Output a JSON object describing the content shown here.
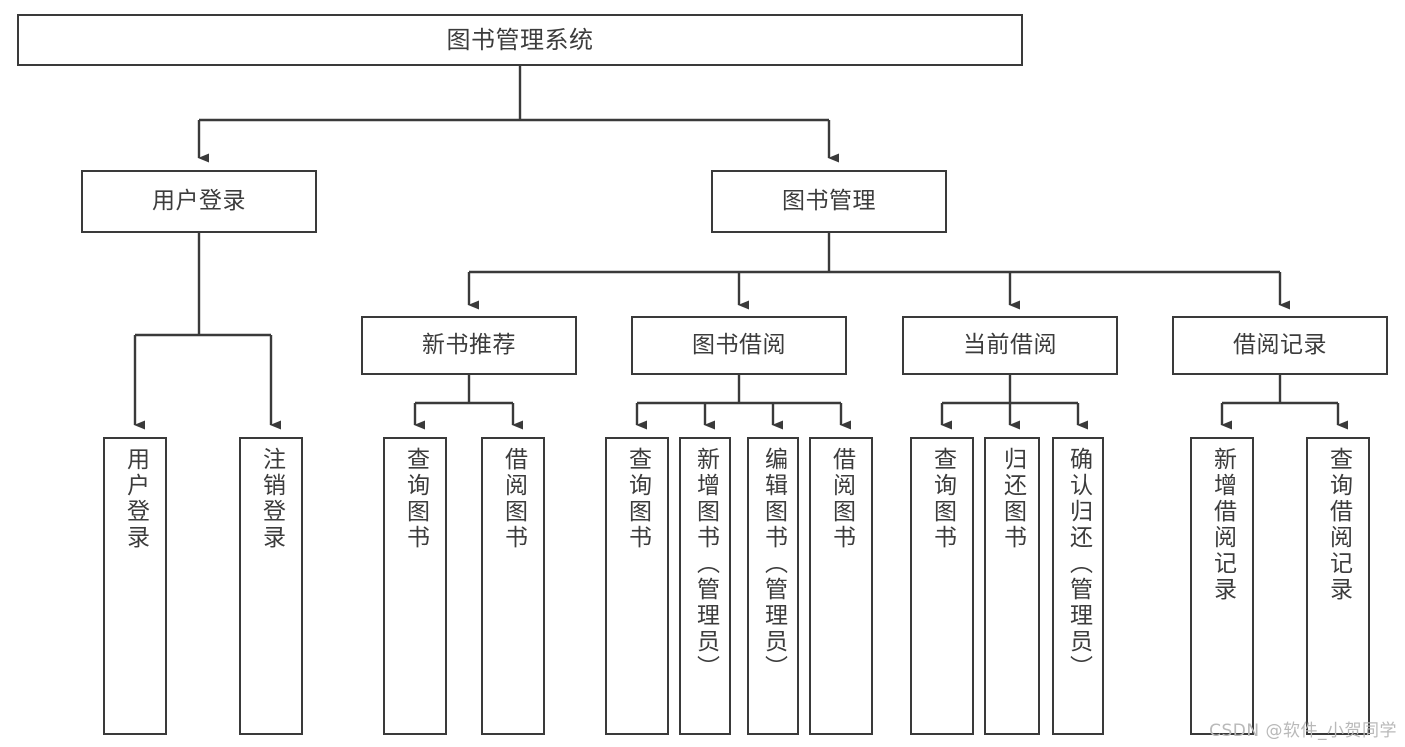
{
  "diagram": {
    "title": "图书管理系统",
    "type": "tree-hierarchy",
    "colors": {
      "box_border": "#3a3a3a",
      "box_fill": "#ffffff",
      "edge": "#3a3a3a",
      "text": "#3c3c3c",
      "background": "#ffffff",
      "watermark": "#b9b9b9"
    },
    "root": {
      "label": "图书管理系统"
    },
    "level2": [
      {
        "label": "用户登录"
      },
      {
        "label": "图书管理"
      }
    ],
    "level3": [
      {
        "label": "新书推荐"
      },
      {
        "label": "图书借阅"
      },
      {
        "label": "当前借阅"
      },
      {
        "label": "借阅记录"
      }
    ],
    "leaves": {
      "user_login": [
        {
          "label": "用户登录"
        },
        {
          "label": "注销登录"
        }
      ],
      "new_book_recommend": [
        {
          "label": "查询图书"
        },
        {
          "label": "借阅图书"
        }
      ],
      "book_borrow": [
        {
          "label": "查询图书"
        },
        {
          "label": "新增图书（管理员）"
        },
        {
          "label": "编辑图书（管理员）"
        },
        {
          "label": "借阅图书"
        }
      ],
      "current_borrow": [
        {
          "label": "查询图书"
        },
        {
          "label": "归还图书"
        },
        {
          "label": "确认归还（管理员）"
        }
      ],
      "borrow_record": [
        {
          "label": "新增借阅记录"
        },
        {
          "label": "查询借阅记录"
        }
      ]
    }
  },
  "watermark": {
    "text": "CSDN @软件_小贺同学"
  }
}
